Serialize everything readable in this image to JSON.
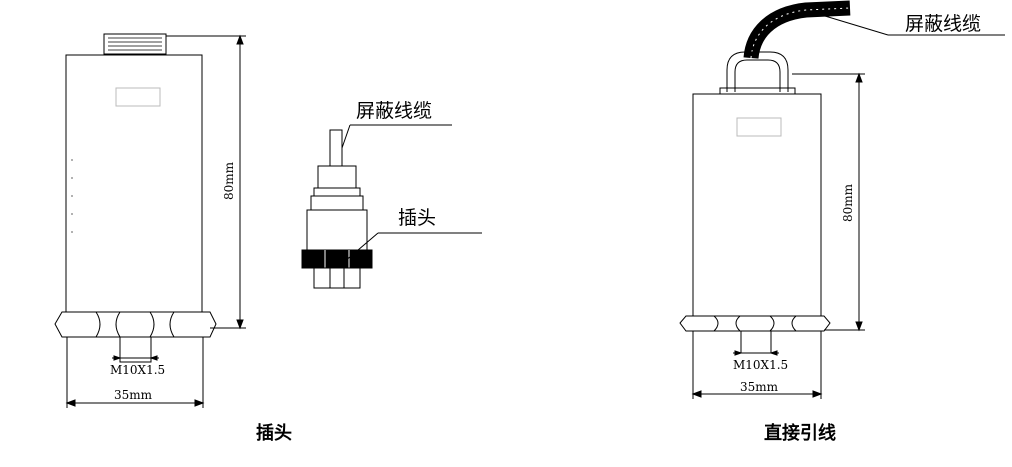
{
  "left_view": {
    "height_dim": "80mm",
    "width_dim": "35mm",
    "thread": "M10X1.5",
    "caption": "插头"
  },
  "plug_detail": {
    "cable_label": "屏蔽线缆",
    "plug_label": "插头"
  },
  "right_view": {
    "cable_label": "屏蔽线缆",
    "height_dim": "80mm",
    "width_dim": "35mm",
    "thread": "M10X1.5",
    "caption": "直接引线"
  }
}
